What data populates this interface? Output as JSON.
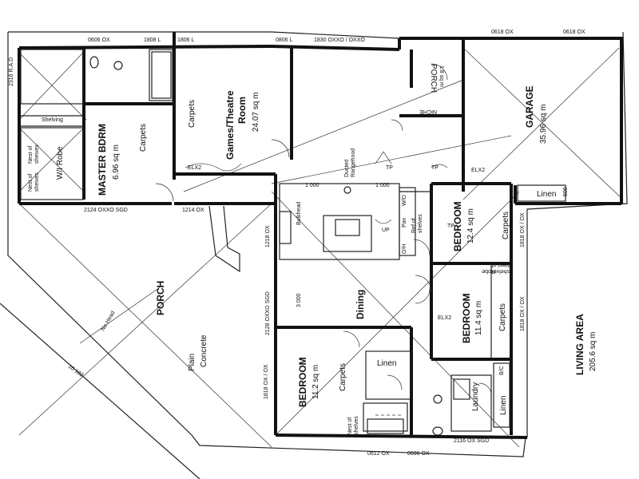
{
  "rooms": {
    "master_label": "MASTER BDRM",
    "master_area": "6.96 sq m",
    "master_carpets": "Carpets",
    "games_label": "Games/Theatre",
    "games_label2": "Room",
    "games_area": "24.07 sq m",
    "games_carpets": "Carpets",
    "garage_label": "GARAGE",
    "garage_area": "35.96 sq m",
    "porch_top_label": "PORCH",
    "porch_top_area": "1.8 sq m",
    "porch_main_label": "PORCH",
    "plain_label": "Plain",
    "concrete_label": "Concrete",
    "bed1_label": "BEDROOM",
    "bed1_area": "12.4 sq m",
    "bed1_carpets": "Carpets",
    "bed2_label": "BEDROOM",
    "bed2_area": "11.4 sq m",
    "bed2_carpets": "Carpets",
    "bed3_label": "BEDROOM",
    "bed3_area": "11.2 sq m",
    "bed3_carpets": "Carpets",
    "dining_label": "Dining",
    "laundry_label": "Laundry",
    "living_label": "LIVING AREA",
    "living_area": "205.6 sq m"
  },
  "fixtures": {
    "wi_robe": "W/I Robe",
    "nest1": "Nest of",
    "nest1b": "sheives",
    "nest2": "Nest of",
    "nest2b": "sheives",
    "shelving": "Shelving",
    "niche": "NICHE",
    "linen_garage": "Linen",
    "linen_bath": "Linen",
    "linen_laundry": "Linen",
    "robe": "Robe",
    "nest_of": "Nest of",
    "shelves": "shelves",
    "nest_bath": "Nest of",
    "shelves_bath": "shelves",
    "bulkhead": "Bulkhead",
    "ducted": "Ducted",
    "rangehood": "Rangehood",
    "wo": "W/O",
    "pan": "Pan",
    "ref": "Ref of",
    "ref2": "shelves",
    "oh": "O/H",
    "bc": "B/C",
    "no_head": "No Head"
  },
  "dims": {
    "top1": "0606 OX",
    "top2": "1808 L",
    "top3": "1806 L",
    "top4": "0806 L",
    "top5": "1830 OXXO / OXXO",
    "top6": "0618 OX",
    "top7": "0618 OX",
    "left_rad": "2316 R.A.D",
    "sgd1": "2124 OXXO SGD",
    "ox1214": "1214 OX",
    "ox1218": "1218 OX",
    "sgd2128": "2128 OXXO SGD",
    "ox1818a": "1818 OX / OX",
    "ox1818b": "1818 OX / OX",
    "ox1818c": "1818 OX / OX",
    "d1000a": "1 000",
    "d1000b": "1 000",
    "d3000": "3 000",
    "d10182": "10 182",
    "d500": "500",
    "b0612": "0612 OX",
    "b0606": "0606 OX",
    "b2116": "2116 OX SGD"
  },
  "annotations": {
    "elec1": "ELX2",
    "tp1": "TP",
    "tp2": "TP",
    "tp3": "TP",
    "elec2": "ELX2",
    "elec3": "ELX2",
    "up": "UP"
  }
}
